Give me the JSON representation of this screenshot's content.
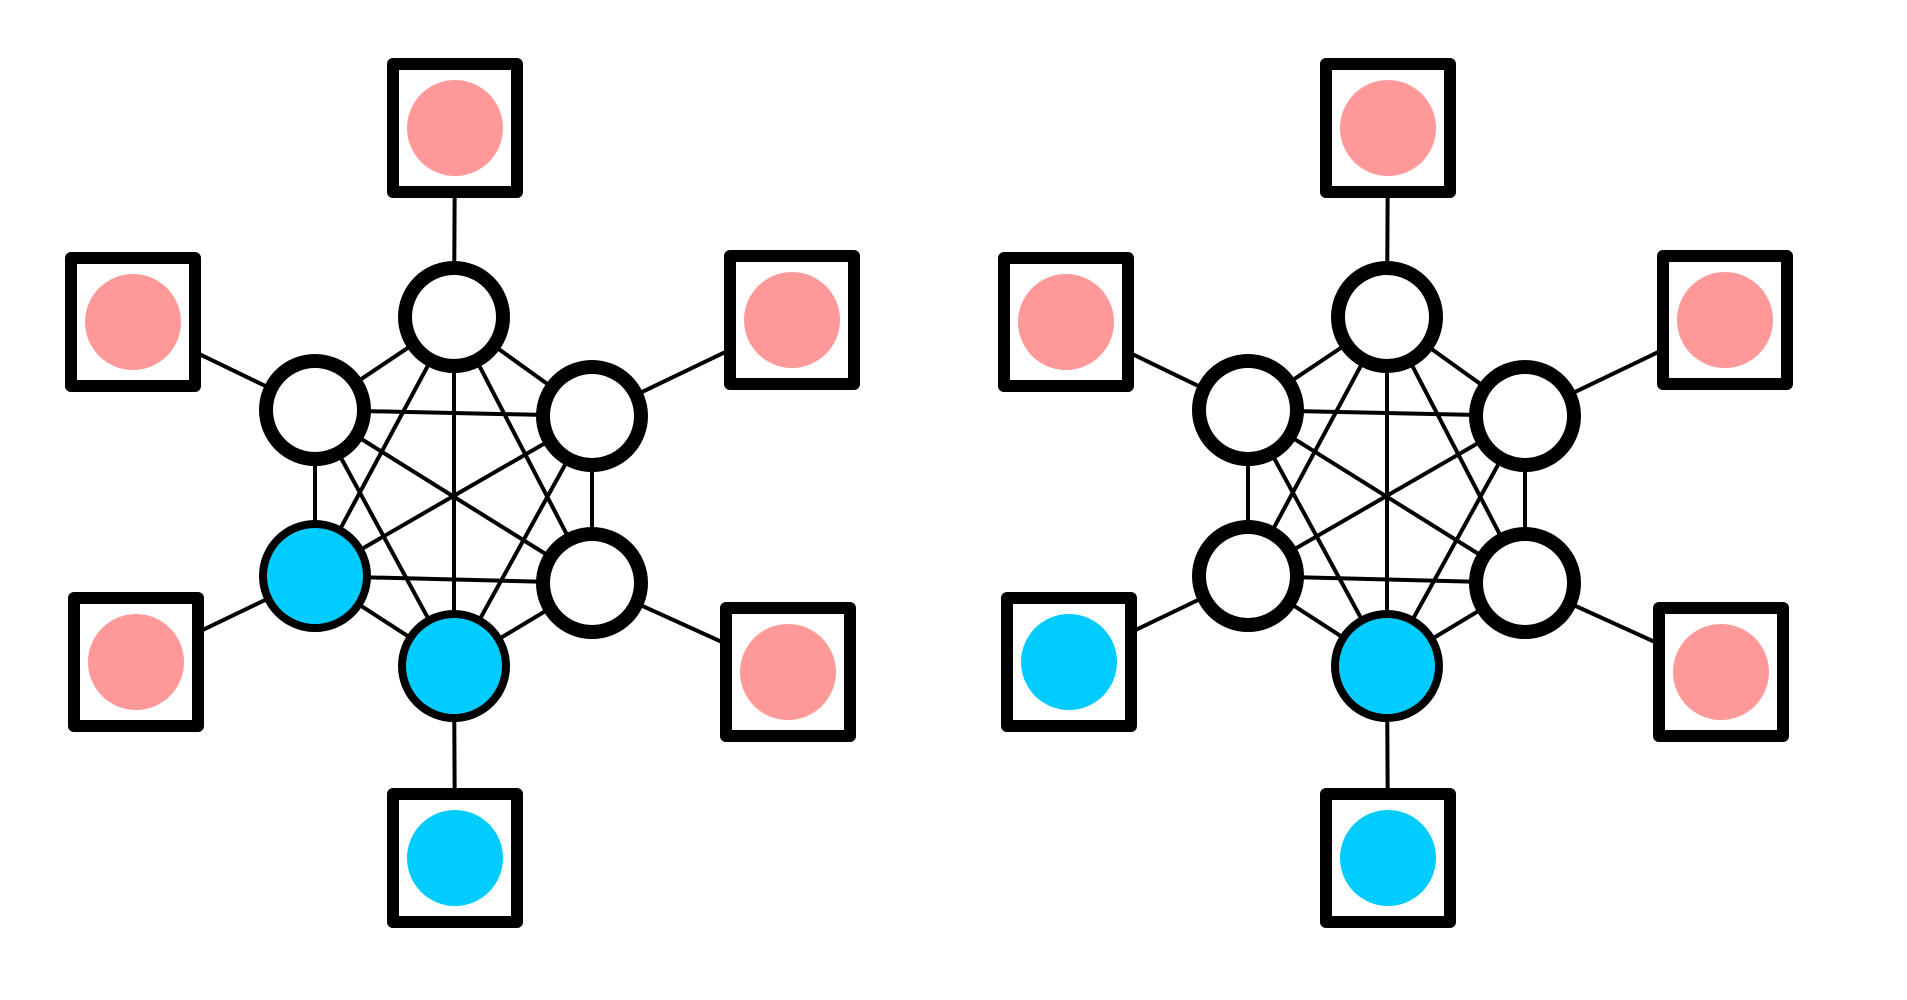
{
  "colors": {
    "background": "#ffffff",
    "stroke": "#000000",
    "pink": "#ff9999",
    "cyan": "#00ccff",
    "empty": "#ffffff"
  },
  "graphs": [
    {
      "name": "left-graph",
      "inner_nodes": [
        {
          "id": "top",
          "state": "empty"
        },
        {
          "id": "upper-left",
          "state": "empty"
        },
        {
          "id": "upper-right",
          "state": "empty"
        },
        {
          "id": "lower-left",
          "state": "cyan"
        },
        {
          "id": "lower-right",
          "state": "empty"
        },
        {
          "id": "bottom",
          "state": "cyan"
        }
      ],
      "outer_boxes": [
        {
          "id": "box-top",
          "attached_to": "top",
          "state": "pink"
        },
        {
          "id": "box-upper-left",
          "attached_to": "upper-left",
          "state": "pink"
        },
        {
          "id": "box-upper-right",
          "attached_to": "upper-right",
          "state": "pink"
        },
        {
          "id": "box-lower-left",
          "attached_to": "lower-left",
          "state": "pink"
        },
        {
          "id": "box-lower-right",
          "attached_to": "lower-right",
          "state": "pink"
        },
        {
          "id": "box-bottom",
          "attached_to": "bottom",
          "state": "cyan"
        }
      ]
    },
    {
      "name": "right-graph",
      "inner_nodes": [
        {
          "id": "top",
          "state": "empty"
        },
        {
          "id": "upper-left",
          "state": "empty"
        },
        {
          "id": "upper-right",
          "state": "empty"
        },
        {
          "id": "lower-left",
          "state": "empty"
        },
        {
          "id": "lower-right",
          "state": "empty"
        },
        {
          "id": "bottom",
          "state": "cyan"
        }
      ],
      "outer_boxes": [
        {
          "id": "box-top",
          "attached_to": "top",
          "state": "pink"
        },
        {
          "id": "box-upper-left",
          "attached_to": "upper-left",
          "state": "pink"
        },
        {
          "id": "box-upper-right",
          "attached_to": "upper-right",
          "state": "pink"
        },
        {
          "id": "box-lower-left",
          "attached_to": "lower-left",
          "state": "cyan"
        },
        {
          "id": "box-lower-right",
          "attached_to": "lower-right",
          "state": "pink"
        },
        {
          "id": "box-bottom",
          "attached_to": "bottom",
          "state": "cyan"
        }
      ]
    }
  ]
}
